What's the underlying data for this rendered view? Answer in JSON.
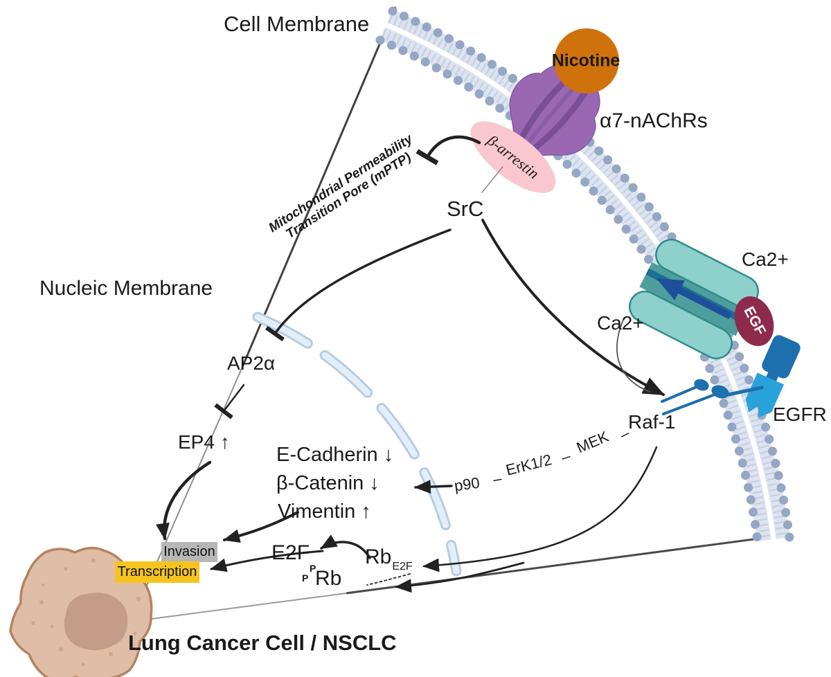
{
  "figure": {
    "subject": "Nicotine-induced signaling pathway diagram in a lung cancer cell",
    "caption": "Lung Cancer Cell / NSCLC"
  },
  "labels": {
    "cell_membrane": "Cell Membrane",
    "nucleic_membrane": "Nucleic Membrane",
    "nicotine": "Nicotine",
    "receptor": "α7-nAChRs",
    "beta_arrestin": "β-arrestin",
    "src": "SrC",
    "mptp_line1": "Mitochondrial Permeability",
    "mptp_line2": "Transition Pore (mPTP)",
    "ca_outer": "Ca2+",
    "ca_inner": "Ca2+",
    "egf": "EGF",
    "egfr": "EGFR",
    "raf1": "Raf-1",
    "ap2a": "AP2α",
    "ep4": "EP4 ↑",
    "e_cadherin": "E-Cadherin ↓",
    "b_catenin": "β-Catenin ↓",
    "vimentin": "Vimentin ↑",
    "p90": "p90",
    "dash1": "–",
    "erk": "ErK1/2",
    "dash2": "–",
    "mek": "MEK",
    "dash3": "–",
    "e2f": "E2F",
    "rb": "Rb",
    "rb_sub": "E2F",
    "p_top": "P",
    "p_bottom": "P",
    "prb": "Rb",
    "invasion": "Invasion",
    "transcription": "Transcription",
    "cell_caption": "Lung Cancer Cell / NSCLC"
  },
  "colors": {
    "nicotine_orange": "#d0720c",
    "receptor_purple": "#9a68b2",
    "receptor_purple_dark": "#7a4f97",
    "arrestin_pink": "#f8c8ce",
    "channel_teal": "#8ed0cb",
    "channel_teal_dark": "#2e8c88",
    "channel_arrow_blue": "#1d4f9b",
    "egf_maroon": "#8e2a4c",
    "egfr_blue": "#1e6fad",
    "egfr_blue_light": "#29a2da",
    "membrane_dot": "#95a7c5",
    "membrane_band": "#dde4f0",
    "nuclear_dash": "#b6cce2",
    "invasion_gray": "#b7b7b7",
    "transcription_yellow": "#f6c41e",
    "cell_body_tan": "#dfbda6",
    "cell_nucleus": "#c59b8a",
    "arrow_black": "#222222"
  }
}
